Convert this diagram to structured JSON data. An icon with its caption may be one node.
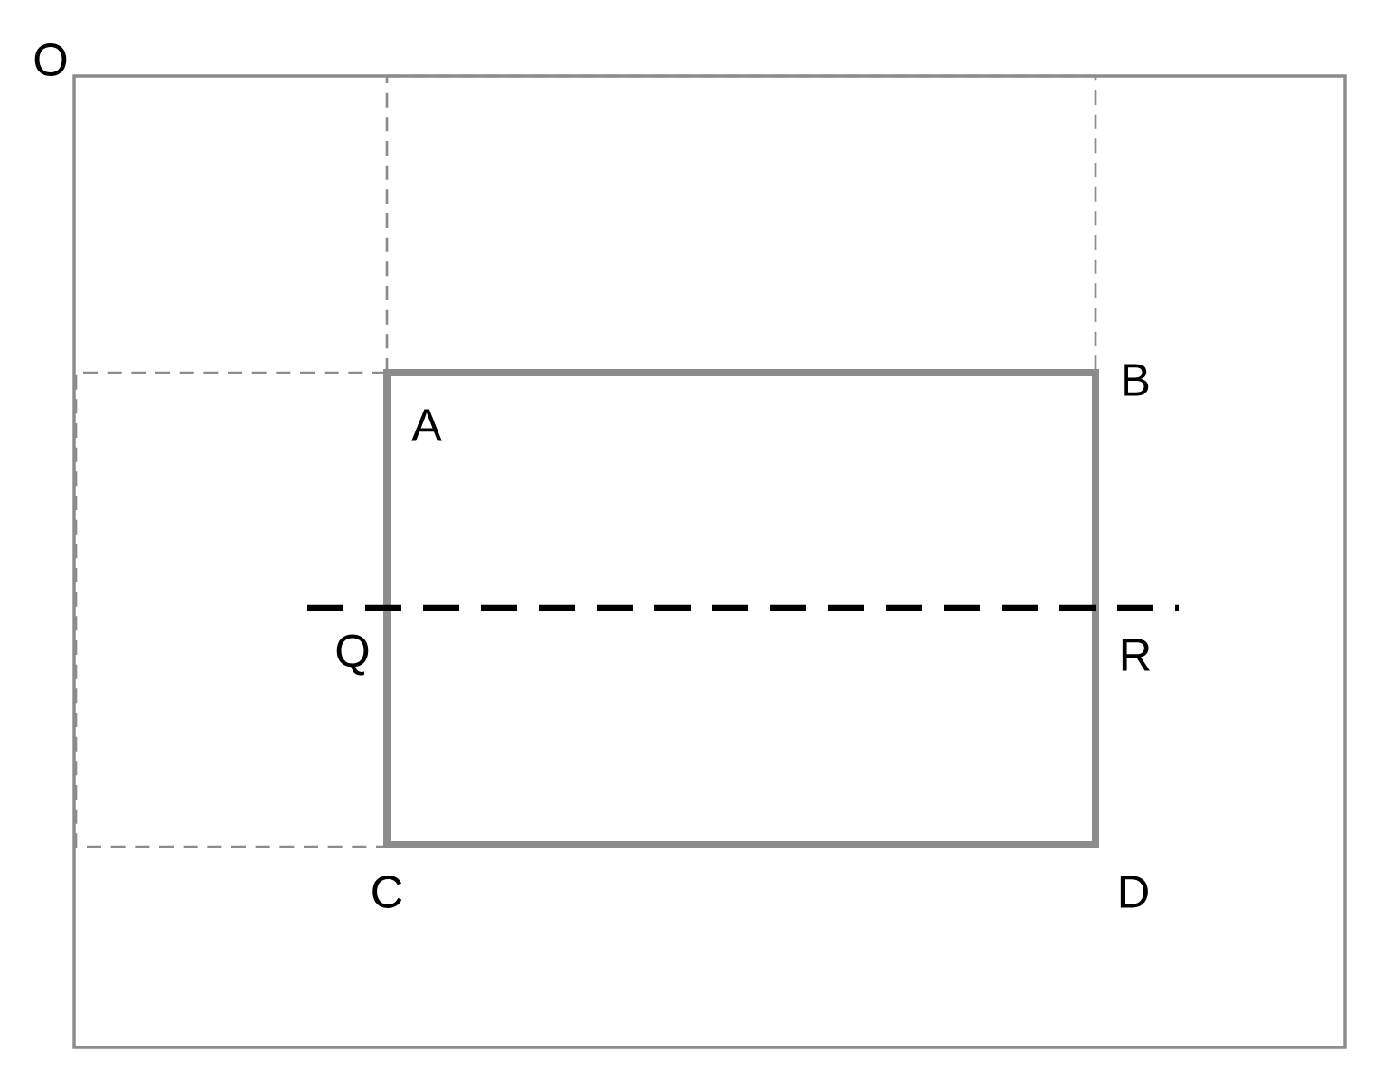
{
  "diagram": {
    "labels": [
      "O",
      "B",
      "A",
      "Q",
      "R",
      "C",
      "D"
    ]
  }
}
